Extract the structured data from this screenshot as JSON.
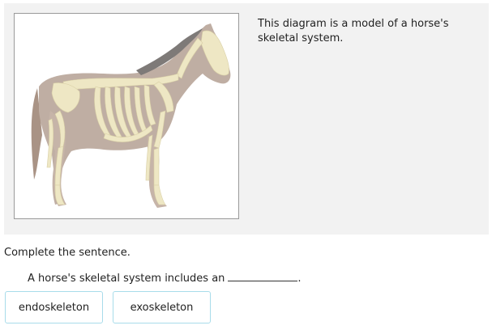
{
  "panel": {
    "image": {
      "subject": "horse-skeleton"
    },
    "description": "This diagram is a model of a horse's skeletal system."
  },
  "question": {
    "prompt": "Complete the sentence.",
    "sentence": "A horse's skeletal system includes an",
    "sentence_end": "."
  },
  "choices": [
    {
      "label": "endoskeleton"
    },
    {
      "label": "exoskeleton"
    }
  ],
  "colors": {
    "panel_background": "#f2f2f2",
    "choice_border": "#a8dcea",
    "horse_body": "#bfaea3",
    "bone": "#eee7c4"
  }
}
